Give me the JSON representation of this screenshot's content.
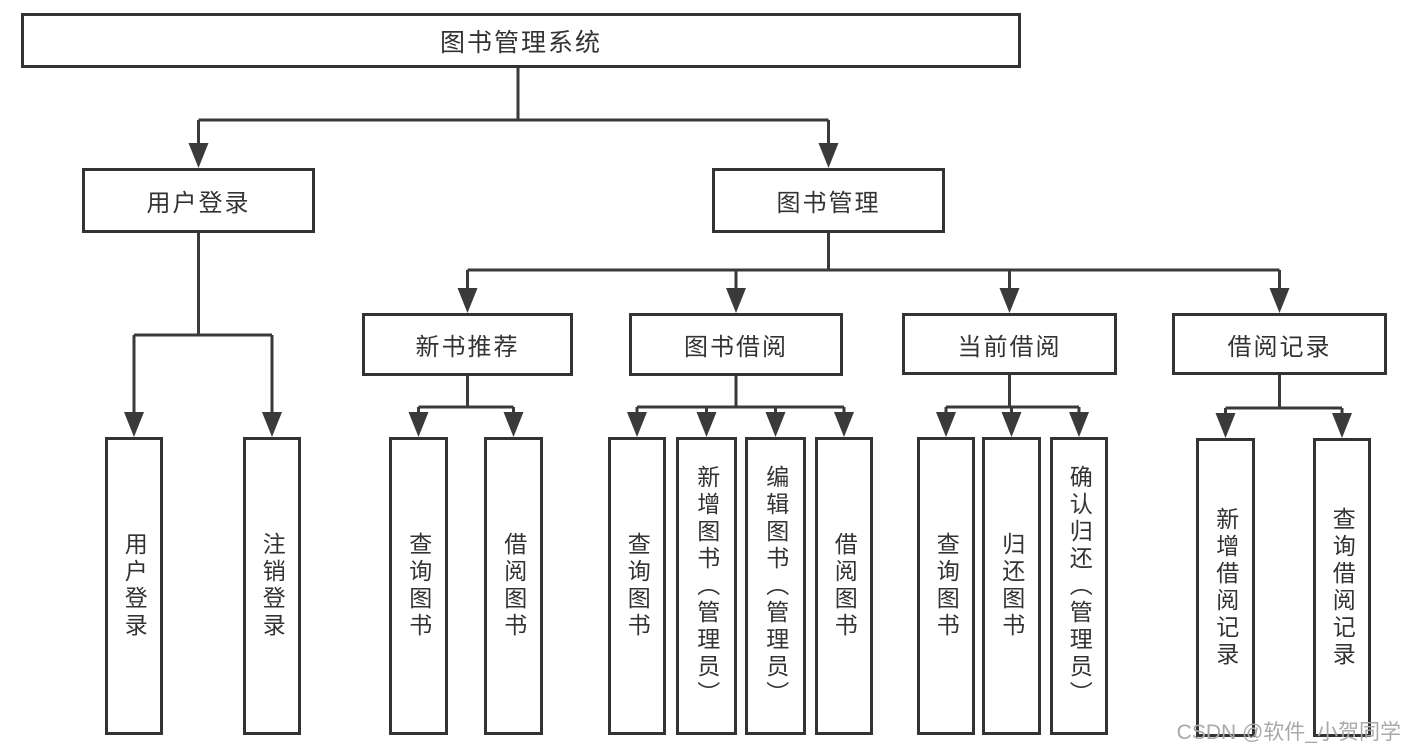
{
  "diagram": {
    "title": "图书管理系统",
    "nodes": {
      "user_login": "用户登录",
      "book_mgmt": "图书管理",
      "new_book_rec": "新书推荐",
      "book_borrow": "图书借阅",
      "current_borrow": "当前借阅",
      "borrow_record": "借阅记录",
      "leaf_user_login": "用户登录",
      "leaf_logout": "注销登录",
      "rec_query_book": "查询图书",
      "rec_borrow_book": "借阅图书",
      "bb_query_book": "查询图书",
      "bb_add_book": "新增图书（管理员）",
      "bb_edit_book": "编辑图书（管理员）",
      "bb_borrow_book": "借阅图书",
      "cb_query_book": "查询图书",
      "cb_return_book": "归还图书",
      "cb_confirm_return": "确认归还（管理员）",
      "br_add_record": "新增借阅记录",
      "br_query_record": "查询借阅记录"
    },
    "hierarchy": {
      "图书管理系统": [
        "用户登录",
        "图书管理"
      ],
      "用户登录": [
        "用户登录",
        "注销登录"
      ],
      "图书管理": [
        "新书推荐",
        "图书借阅",
        "当前借阅",
        "借阅记录"
      ],
      "新书推荐": [
        "查询图书",
        "借阅图书"
      ],
      "图书借阅": [
        "查询图书",
        "新增图书（管理员）",
        "编辑图书（管理员）",
        "借阅图书"
      ],
      "当前借阅": [
        "查询图书",
        "归还图书",
        "确认归还（管理员）"
      ],
      "借阅记录": [
        "新增借阅记录",
        "查询借阅记录"
      ]
    },
    "colors": {
      "line": "#3a3a3a",
      "box_border": "#333333",
      "text": "#333333",
      "background": "#ffffff",
      "watermark": "#a9a9a9"
    }
  },
  "watermark": "CSDN @软件_小贺同学"
}
